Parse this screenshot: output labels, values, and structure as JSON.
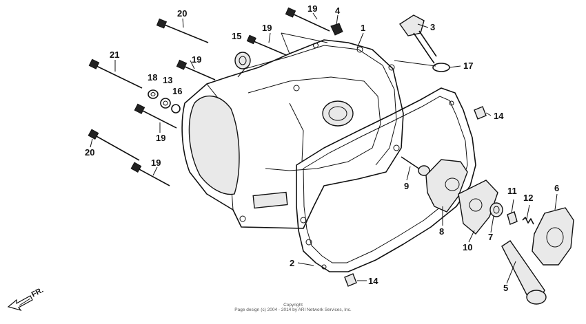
{
  "diagram": {
    "callouts": {
      "c1": "1",
      "c2": "2",
      "c3": "3",
      "c4": "4",
      "c5": "5",
      "c6": "6",
      "c7": "7",
      "c8": "8",
      "c9": "9",
      "c10": "10",
      "c11": "11",
      "c12": "12",
      "c13": "13",
      "c14a": "14",
      "c14b": "14",
      "c15": "15",
      "c16": "16",
      "c17": "17",
      "c18": "18",
      "c19a": "19",
      "c19b": "19",
      "c19c": "19",
      "c19d": "19",
      "c19e": "19",
      "c20a": "20",
      "c20b": "20",
      "c21": "21"
    },
    "direction_label": "FR.",
    "copyright_line1": "Copyright",
    "copyright_line2": "Page design (c) 2004 - 2014 by ARI Network Services, Inc."
  }
}
